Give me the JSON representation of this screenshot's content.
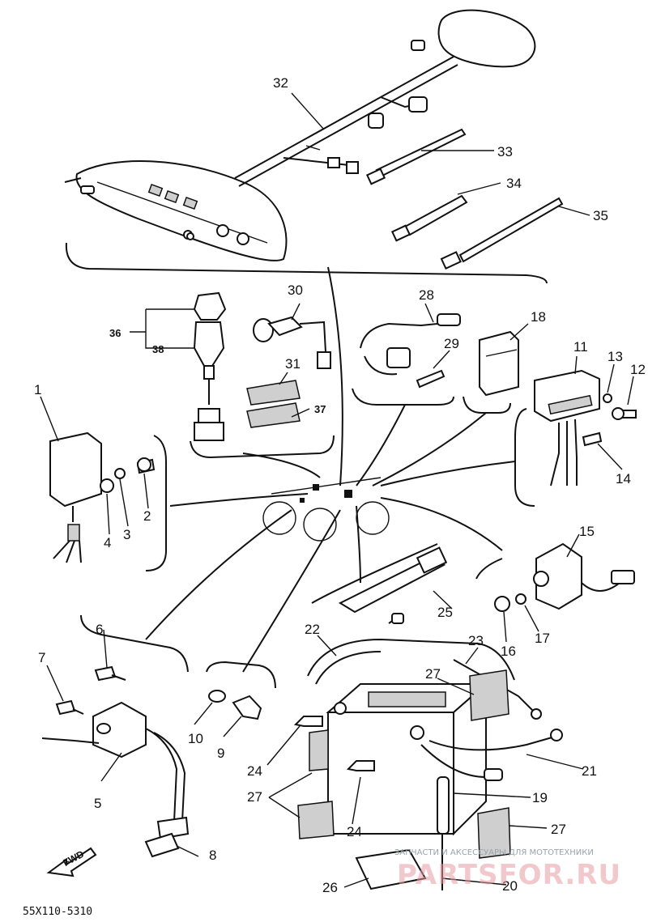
{
  "callouts": {
    "n1": "1",
    "n2": "2",
    "n3": "3",
    "n4": "4",
    "n5": "5",
    "n6": "6",
    "n7": "7",
    "n8": "8",
    "n9": "9",
    "n10": "10",
    "n11": "11",
    "n12": "12",
    "n13": "13",
    "n14": "14",
    "n15": "15",
    "n16": "16",
    "n17": "17",
    "n18": "18",
    "n19": "19",
    "n20": "20",
    "n21": "21",
    "n22": "22",
    "n23": "23",
    "n24a": "24",
    "n24b": "24",
    "n25": "25",
    "n26": "26",
    "n27a": "27",
    "n27b": "27",
    "n27c": "27",
    "n28": "28",
    "n29": "29",
    "n30": "30",
    "n31": "31",
    "n32": "32",
    "n33": "33",
    "n34": "34",
    "n35": "35",
    "n36": "36",
    "n37": "37",
    "n38": "38"
  },
  "fwd_label": "FWD",
  "drawing_code": "55X110-5310",
  "watermark": {
    "caption": "ЗАПЧАСТИ И АКСЕССУАРЫ ДЛЯ МОТОТЕХНИКИ",
    "brand": "PARTSFOR.RU"
  }
}
